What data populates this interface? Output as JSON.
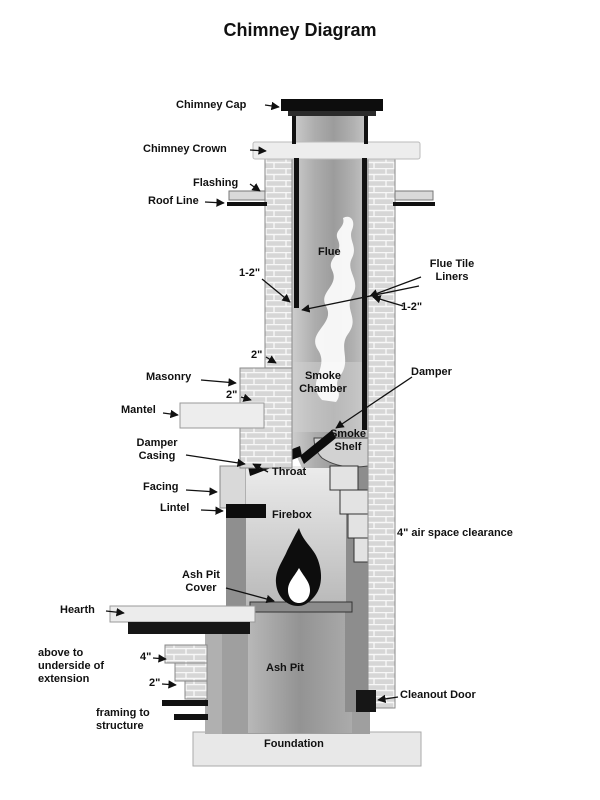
{
  "title": "Chimney Diagram",
  "colors": {
    "background": "#ffffff",
    "ink": "#111111",
    "brick_fill": "#d6d6d6",
    "metal_mid": "#9c9c9c",
    "light_slab": "#ededed"
  },
  "labels": {
    "chimney_cap": "Chimney Cap",
    "chimney_crown": "Chimney Crown",
    "flashing": "Flashing",
    "roof_line": "Roof Line",
    "flue": "Flue",
    "flue_tile_liners": "Flue Tile Liners",
    "gap_left_upper": "1-2\"",
    "gap_right": "1-2\"",
    "gap_2_upper": "2\"",
    "masonry": "Masonry",
    "gap_2_lower": "2\"",
    "mantel": "Mantel",
    "smoke_chamber": "Smoke Chamber",
    "damper": "Damper",
    "damper_casing": "Damper Casing",
    "smoke_shelf": "Smoke Shelf",
    "throat": "Throat",
    "facing": "Facing",
    "lintel": "Lintel",
    "firebox": "Firebox",
    "air_space": "4\" air space clearance",
    "ash_pit_cover": "Ash Pit Cover",
    "hearth": "Hearth",
    "above_extension": "above to underside of extension",
    "gap_4": "4\"",
    "gap_2_bottom": "2\"",
    "ash_pit": "Ash Pit",
    "cleanout_door": "Cleanout Door",
    "framing": "framing to structure",
    "foundation": "Foundation"
  }
}
